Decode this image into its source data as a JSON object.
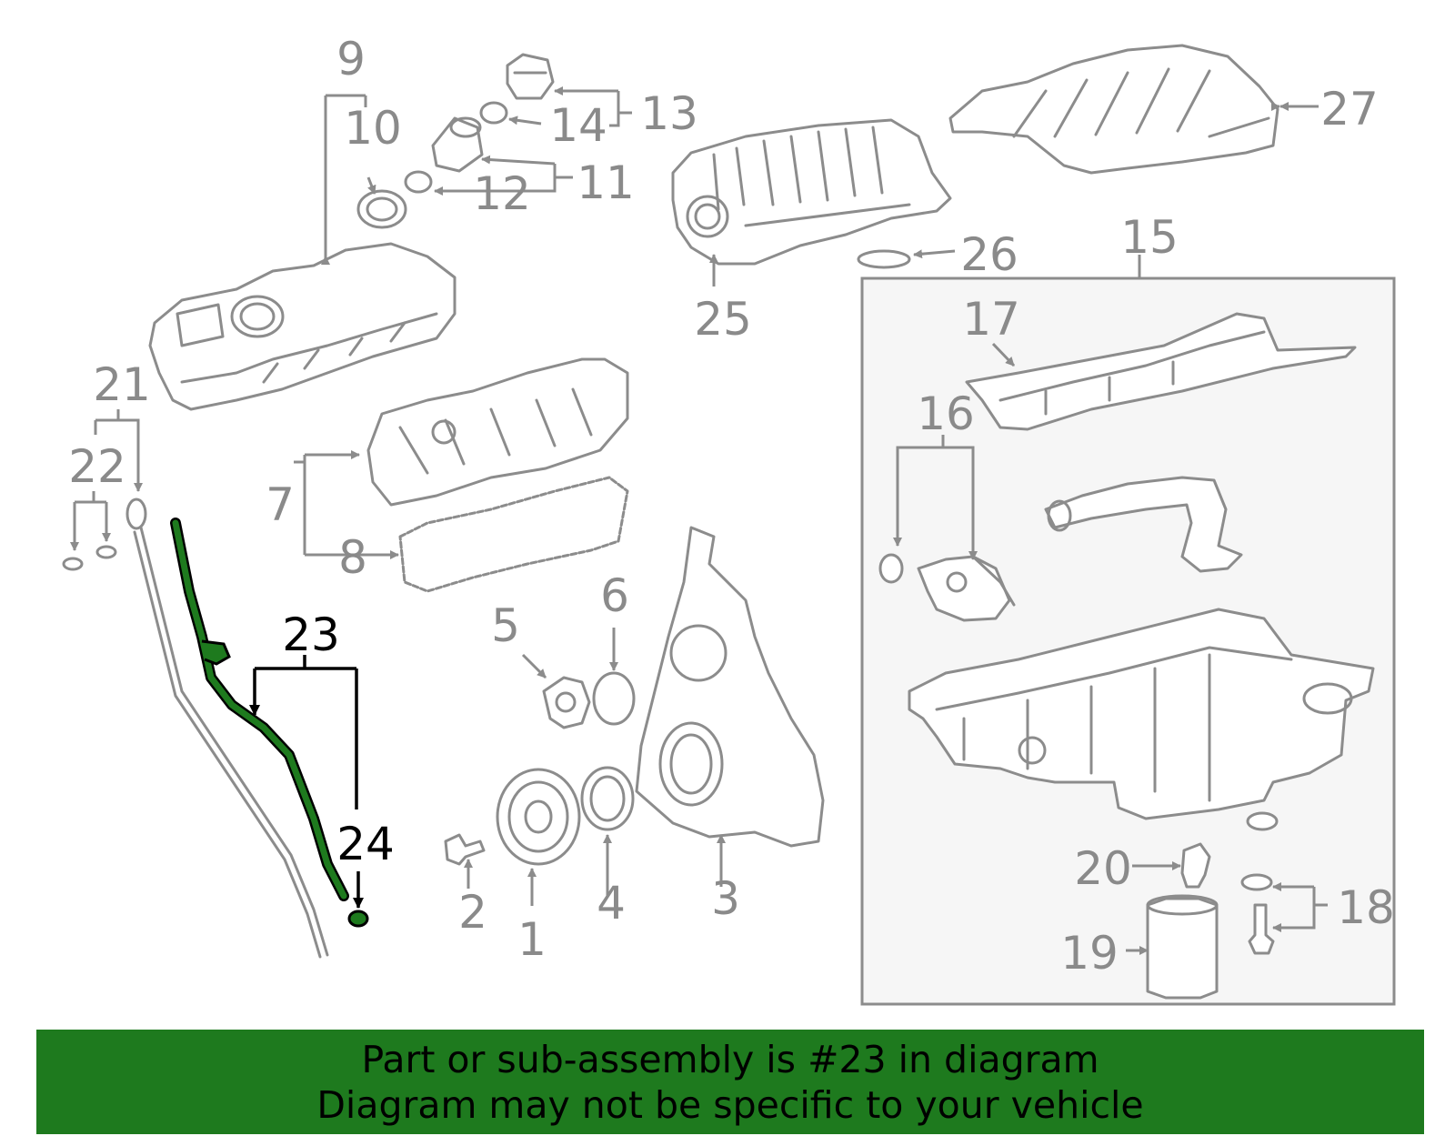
{
  "callouts": [
    {
      "id": "1",
      "label": "1"
    },
    {
      "id": "2",
      "label": "2"
    },
    {
      "id": "3",
      "label": "3"
    },
    {
      "id": "4",
      "label": "4"
    },
    {
      "id": "5",
      "label": "5"
    },
    {
      "id": "6",
      "label": "6"
    },
    {
      "id": "7",
      "label": "7"
    },
    {
      "id": "8",
      "label": "8"
    },
    {
      "id": "9",
      "label": "9"
    },
    {
      "id": "10",
      "label": "10"
    },
    {
      "id": "11",
      "label": "11"
    },
    {
      "id": "12",
      "label": "12"
    },
    {
      "id": "13",
      "label": "13"
    },
    {
      "id": "14",
      "label": "14"
    },
    {
      "id": "15",
      "label": "15"
    },
    {
      "id": "16",
      "label": "16"
    },
    {
      "id": "17",
      "label": "17"
    },
    {
      "id": "18",
      "label": "18"
    },
    {
      "id": "19",
      "label": "19"
    },
    {
      "id": "20",
      "label": "20"
    },
    {
      "id": "21",
      "label": "21"
    },
    {
      "id": "22",
      "label": "22"
    },
    {
      "id": "23",
      "label": "23"
    },
    {
      "id": "24",
      "label": "24"
    },
    {
      "id": "25",
      "label": "25"
    },
    {
      "id": "26",
      "label": "26"
    },
    {
      "id": "27",
      "label": "27"
    }
  ],
  "highlight": {
    "part_number": "23",
    "color": "#1e7a1e"
  },
  "banner": {
    "line1": "Part or sub-assembly is #23 in diagram",
    "line2": "Diagram may not be specific to your vehicle",
    "background": "#1e7a1e"
  }
}
